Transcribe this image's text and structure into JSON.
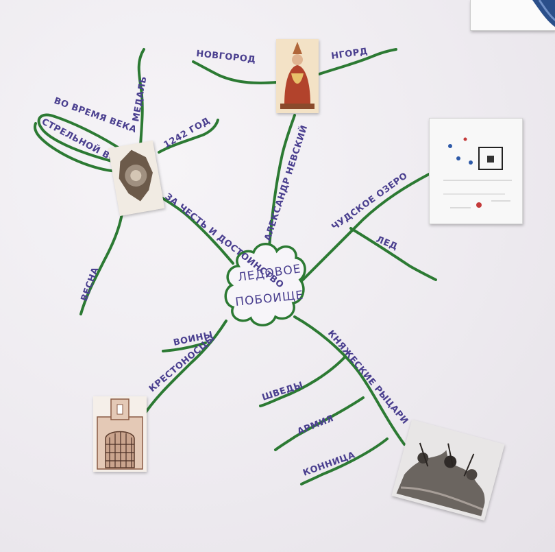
{
  "colors": {
    "branch": "#2c7a33",
    "ink": "#4a3f8f",
    "paper": "#f0eef2"
  },
  "center": {
    "line1": "ЛЕДОВОЕ",
    "line2": "ПОБОИЩЕ"
  },
  "labels": {
    "novgorod_left": "НОВГОРОД",
    "novgorod_right": "НГОРД",
    "alexander_nevsky": "АЛЕКСАНДР НЕВСКИЙ",
    "time": "ВО ВРЕМЯ ВЕКА",
    "streltsy": "СТРЕЛЬНОЙ ВОЕН",
    "medal": "МЕДАЛЬ",
    "year": "1242 ГОД",
    "spring": "ВЕСНА",
    "order": "ЗА ЧЕСТЬ И ДОСТОИНСТВО",
    "lake": "ЧУДСКОЕ ОЗЕРО",
    "ice": "ЛЕД",
    "voiny": "ВОИНЫ",
    "knights": "КНЯЖЕСКИЕ РЫЦАРИ",
    "crusaders": "КРЕСТОНОСЦЫ",
    "svenskie": "ШВЕДЫ",
    "army": "АРМИЯ",
    "koshka": "КОННИЦА"
  },
  "icons": {
    "nevsky": "nevsky-portrait-icon",
    "medal": "order-medal-icon",
    "plan": "battle-plan-icon",
    "gate": "fortress-gate-icon",
    "battle": "battle-scene-icon"
  }
}
